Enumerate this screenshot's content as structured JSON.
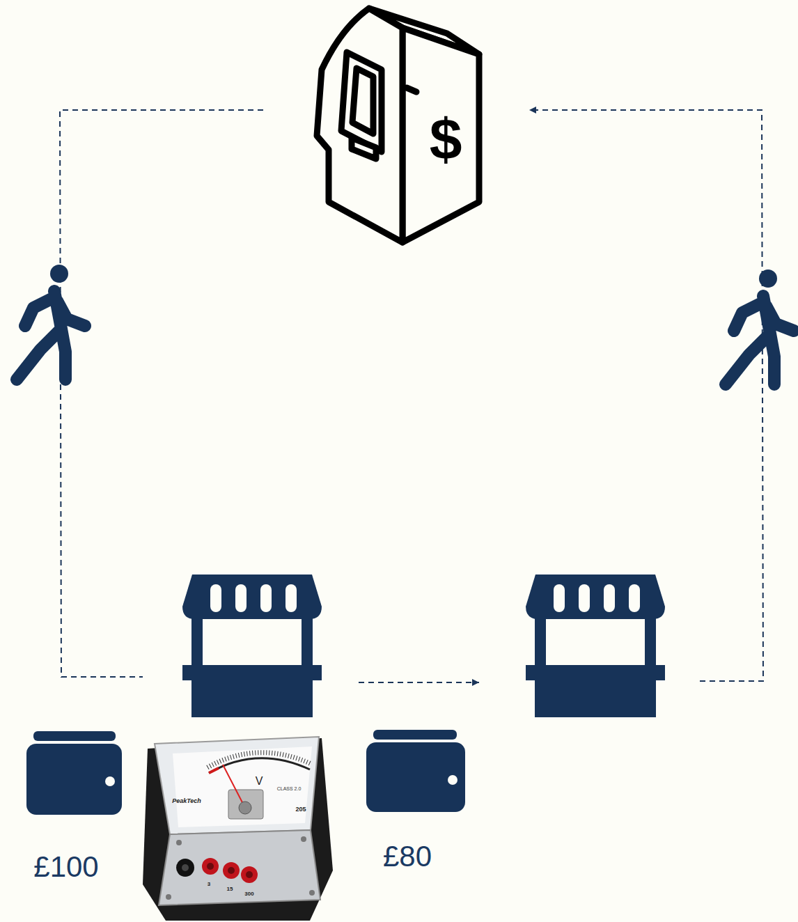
{
  "diagram": {
    "nodes": [
      {
        "text": [
          "$"
        ]
      },
      {
        "text": []
      },
      {
        "text": []
      }
    ],
    "edges": [
      {
        "from": 0,
        "to": 1,
        "arrow": "none"
      },
      {
        "from": 1,
        "to": 2,
        "arrow": "to"
      },
      {
        "from": 2,
        "to": 0,
        "arrow": "to"
      }
    ],
    "labels": [
      "£100",
      "PeakTech",
      "V",
      "CLASS 2.0",
      "205",
      "3",
      "15",
      "300",
      "£80"
    ]
  }
}
